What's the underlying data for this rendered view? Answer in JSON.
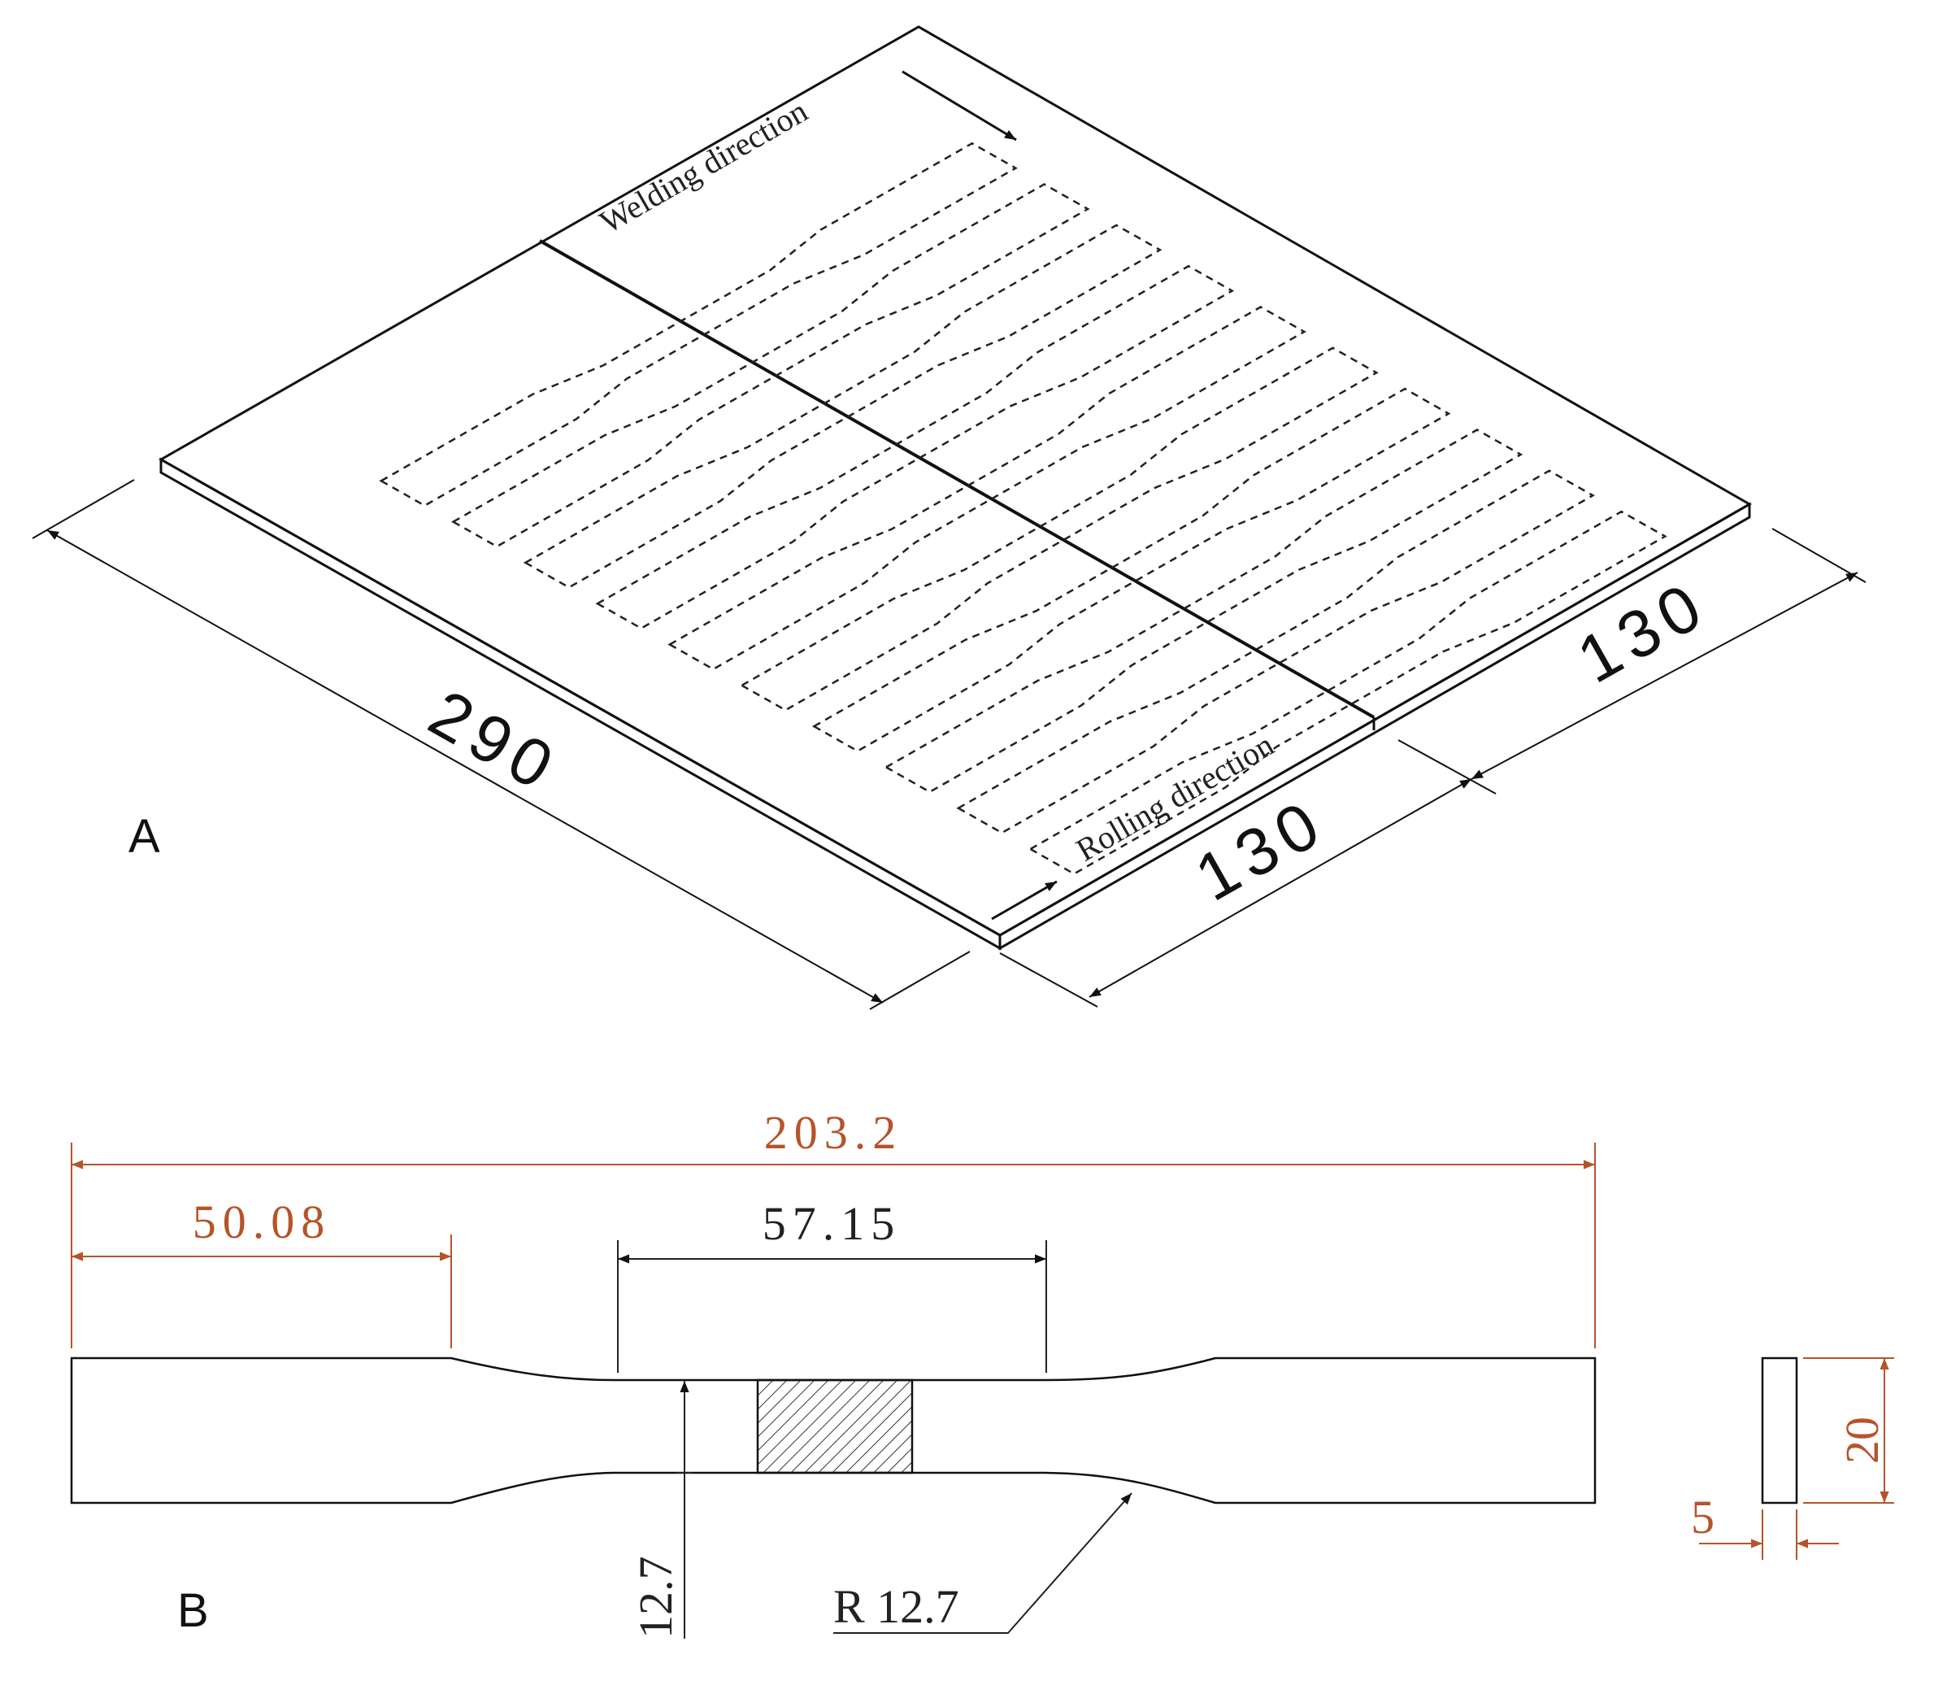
{
  "panels": {
    "a": {
      "label": "A",
      "welding_direction": "Welding direction",
      "rolling_direction": "Rolling direction",
      "dim_length": "290",
      "dim_width_front": "130",
      "dim_width_right": "130"
    },
    "b": {
      "label": "B",
      "dim_total": "203.2",
      "dim_grip": "50.08",
      "dim_gauge": "57.15",
      "dim_width": "12.7",
      "dim_radius": "R 12.7",
      "dim_height": "20",
      "dim_thickness": "5"
    }
  },
  "colors": {
    "line": "#111111",
    "dimension_brown": "#b5542a",
    "dimension_dark": "#222222"
  }
}
